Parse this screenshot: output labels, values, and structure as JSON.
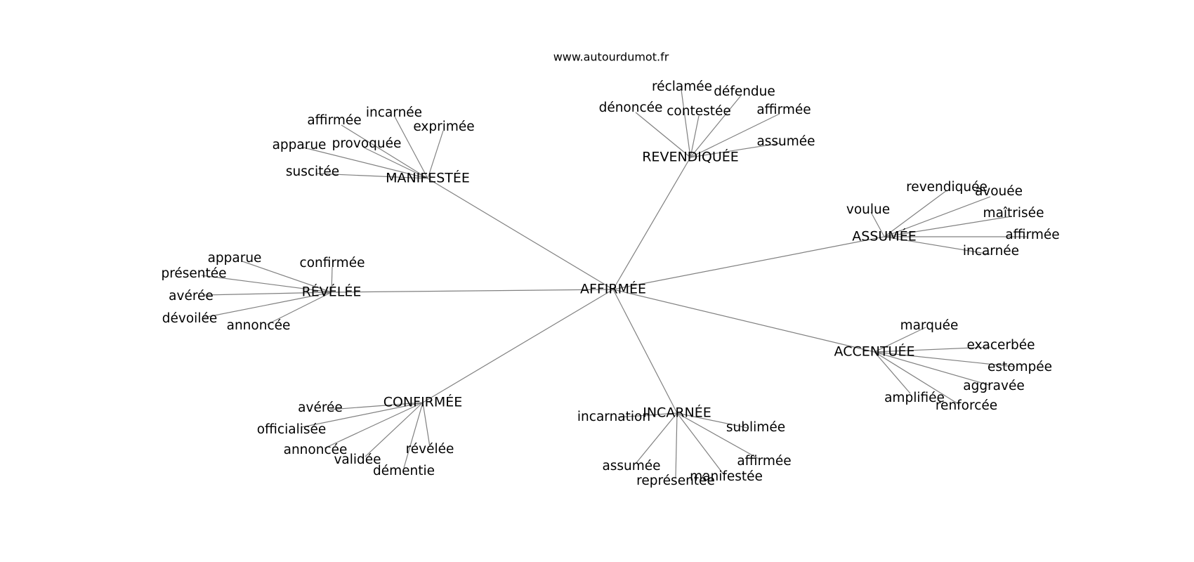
{
  "site_label": "www.autourdumot.fr",
  "colors": {
    "edge": "#808080",
    "text": "#000000",
    "background": "#ffffff"
  },
  "graph": {
    "center": "AFFIRMÉE",
    "hubs": [
      {
        "id": "manifestee",
        "label": "MANIFESTÉE",
        "leaves": [
          "affirmée",
          "incarnée",
          "exprimée",
          "apparue",
          "provoquée",
          "suscitée"
        ]
      },
      {
        "id": "revendiquee",
        "label": "REVENDIQUÉE",
        "leaves": [
          "réclamée",
          "défendue",
          "dénoncée",
          "contestée",
          "affirmée",
          "assumée"
        ]
      },
      {
        "id": "assumee",
        "label": "ASSUMÉE",
        "leaves": [
          "revendiquée",
          "avouée",
          "voulue",
          "maîtrisée",
          "affirmée",
          "incarnée"
        ]
      },
      {
        "id": "revelee",
        "label": "RÉVÉLÉE",
        "leaves": [
          "apparue",
          "confirmée",
          "présentée",
          "avérée",
          "dévoilée",
          "annoncée"
        ]
      },
      {
        "id": "accentuee",
        "label": "ACCENTUÉE",
        "leaves": [
          "marquée",
          "exacerbée",
          "estompée",
          "aggravée",
          "amplifiée",
          "renforcée"
        ]
      },
      {
        "id": "confirmee",
        "label": "CONFIRMÉE",
        "leaves": [
          "avérée",
          "officialisée",
          "annoncée",
          "révélée",
          "validée",
          "démentie"
        ]
      },
      {
        "id": "incarnee",
        "label": "INCARNÉE",
        "leaves": [
          "incarnation",
          "sublimée",
          "assumée",
          "affirmée",
          "représentée",
          "manifestée"
        ]
      }
    ]
  }
}
